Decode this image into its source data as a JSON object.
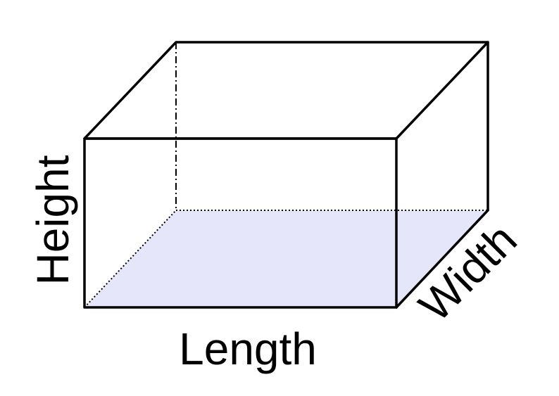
{
  "colors": {
    "base_fill": "#e6e6fa",
    "edges": "#000000",
    "background": "#ffffff"
  },
  "labels": {
    "length": "Length",
    "height": "Height",
    "width": "Width"
  }
}
